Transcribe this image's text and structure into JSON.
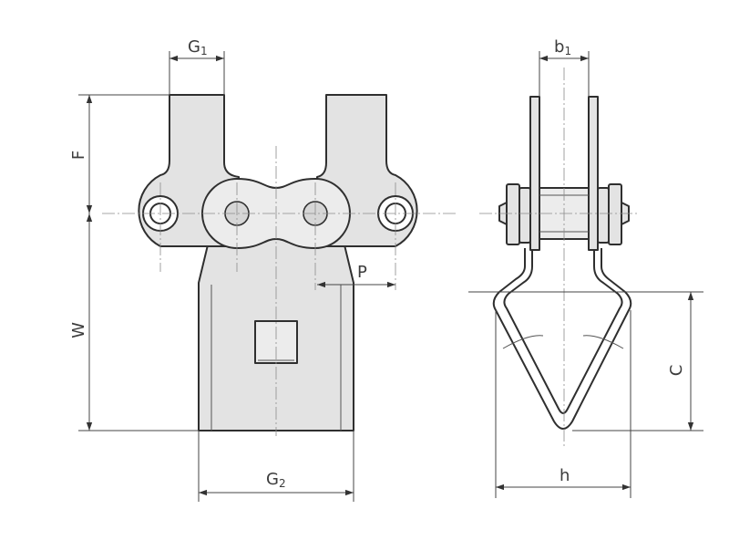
{
  "labels": {
    "g1": "G",
    "g1_sub": "1",
    "b1": "b",
    "b1_sub": "1",
    "f": "F",
    "p": "P",
    "w": "W",
    "c": "C",
    "g2": "G",
    "g2_sub": "2",
    "h": "h"
  }
}
